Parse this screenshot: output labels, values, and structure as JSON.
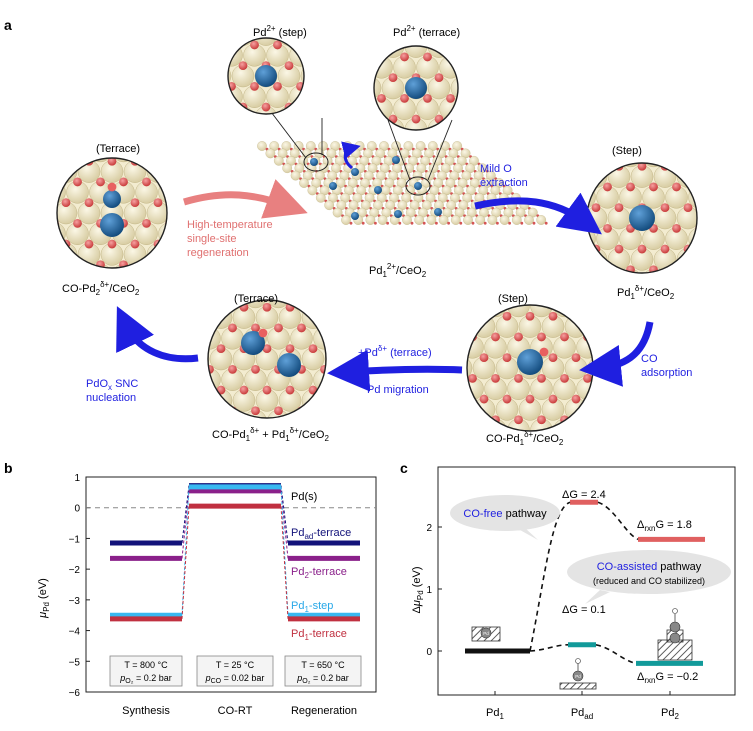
{
  "panel_a": {
    "label": "a",
    "site_pd2_step": "Pd",
    "site_pd2_step_sup": "2+",
    "site_pd2_step_suffix": " (step)",
    "site_pd2_terrace": "Pd",
    "site_pd2_terrace_sup": "2+",
    "site_pd2_terrace_suffix": " (terrace)",
    "terrace_left": "(Terrace)",
    "step_right": "(Step)",
    "step_bottom": "(Step)",
    "terrace_bottom": "(Terrace)",
    "label_co_pd2_ceo2": "CO-Pd",
    "label_center_ceo2": "Pd",
    "label_step_right": "Pd",
    "label_co_pd1_ceo2": "CO-Pd",
    "label_co_pd1_pd1_ceo2": "CO-Pd",
    "arrow_high_temp_l1": "High-temperature",
    "arrow_high_temp_l2": "single-site",
    "arrow_high_temp_l3": "regeneration",
    "arrow_mild_o_l1": "Mild O",
    "arrow_mild_o_l2": "extraction",
    "arrow_co_ads_l1": "CO",
    "arrow_co_ads_l2": "adsorption",
    "arrow_pd_mig_l1": "+Pd",
    "arrow_pd_mig_sup": "δ+",
    "arrow_pd_mig_l1b": " (terrace)",
    "arrow_pd_mig_l2": "Pd migration",
    "arrow_pdox_l1": "PdO",
    "arrow_pdox_l1b": " SNC",
    "arrow_pdox_l2": "nucleation",
    "colors": {
      "blue_arrow": "#1f1fe0",
      "pink_arrow": "#e88080",
      "ceria": "#efe7c8",
      "oxygen": "#e05050",
      "pd": "#1c5f9a"
    }
  },
  "panel_b": {
    "label": "b",
    "ylabel": "μ",
    "ylabel_sub": "Pd",
    "ylabel_unit": " (eV)",
    "yticks": [
      "1",
      "0",
      "-1",
      "-2",
      "-3",
      "-4",
      "-5",
      "-6"
    ],
    "xticks": [
      "Synthesis",
      "CO-RT",
      "Regeneration"
    ],
    "cond_synthesis_l1": "T = 800 °C",
    "cond_synthesis_l2": "p",
    "cond_synthesis_l2b": " = 0.2 bar",
    "cond_synthesis_sub": "O₂",
    "cond_cort_l1": "T = 25 °C",
    "cond_cort_l2": "p",
    "cond_cort_sub": "CO",
    "cond_cort_l2b": " = 0.02 bar",
    "cond_regen_l1": "T = 650 °C",
    "cond_regen_l2": "p",
    "cond_regen_sub": "O₂",
    "cond_regen_l2b": " = 0.2 bar",
    "label_pd_s": "Pd(s)",
    "label_pdad": "Pd",
    "label_pdad_sub": "ad",
    "label_pdad_suffix": "-terrace",
    "label_pd2": "Pd",
    "label_pd2_sub": "2",
    "label_pd2_suffix": "-terrace",
    "label_pd1step": "Pd",
    "label_pd1step_sub": "1",
    "label_pd1step_suffix": "-step",
    "label_pd1terr": "Pd",
    "label_pd1terr_sub": "1",
    "label_pd1terr_suffix": "-terrace"
  },
  "chart_data": {
    "type": "line",
    "categories": [
      "Synthesis",
      "CO-RT",
      "Regeneration"
    ],
    "ylim": [
      -6,
      1
    ],
    "series": [
      {
        "name": "Pd(s)",
        "values": [
          0,
          0,
          0
        ],
        "color": "#888888"
      },
      {
        "name": "Pd_ad-terrace",
        "values": [
          -1.15,
          0.72,
          -1.15
        ],
        "color": "#12127a"
      },
      {
        "name": "Pd_2-terrace",
        "values": [
          -1.65,
          0.55,
          -1.65
        ],
        "color": "#8a208a"
      },
      {
        "name": "Pd_1-step",
        "values": [
          -3.5,
          0.68,
          -3.5
        ],
        "color": "#38b8f0"
      },
      {
        "name": "Pd_1-terrace",
        "values": [
          -3.62,
          0.05,
          -3.62
        ],
        "color": "#c03040"
      }
    ]
  },
  "panel_c": {
    "label": "c",
    "ylabel": "ΔμPd (eV)",
    "yticks": [
      "2",
      "1",
      "0"
    ],
    "xticks_pd1": "Pd",
    "xticks_pd1_sub": "1",
    "xticks_pdad": "Pd",
    "xticks_pdad_sub": "ad",
    "xticks_pd2": "Pd",
    "xticks_pd2_sub": "2",
    "co_free_a": "CO-free",
    "co_free_b": " pathway",
    "co_assisted_a": "CO-assisted",
    "co_assisted_b": " pathway",
    "co_assisted_note": "(reduced and CO stabilized)",
    "dg_24": "ΔG = 2.4",
    "drxn_18_a": "Δ",
    "drxn_18_sub": "rxn",
    "drxn_18_b": "G = 1.8",
    "dg_01": "ΔG = 0.1",
    "drxn_m02_a": "Δ",
    "drxn_m02_sub": "rxn",
    "drxn_m02_b": "G = −0.2",
    "pd_atom": "Pd",
    "levels": {
      "pd1": 0,
      "pdad_free": 2.4,
      "pd2_free": 1.8,
      "pdad_co": 0.1,
      "pd2_co": -0.2
    }
  }
}
